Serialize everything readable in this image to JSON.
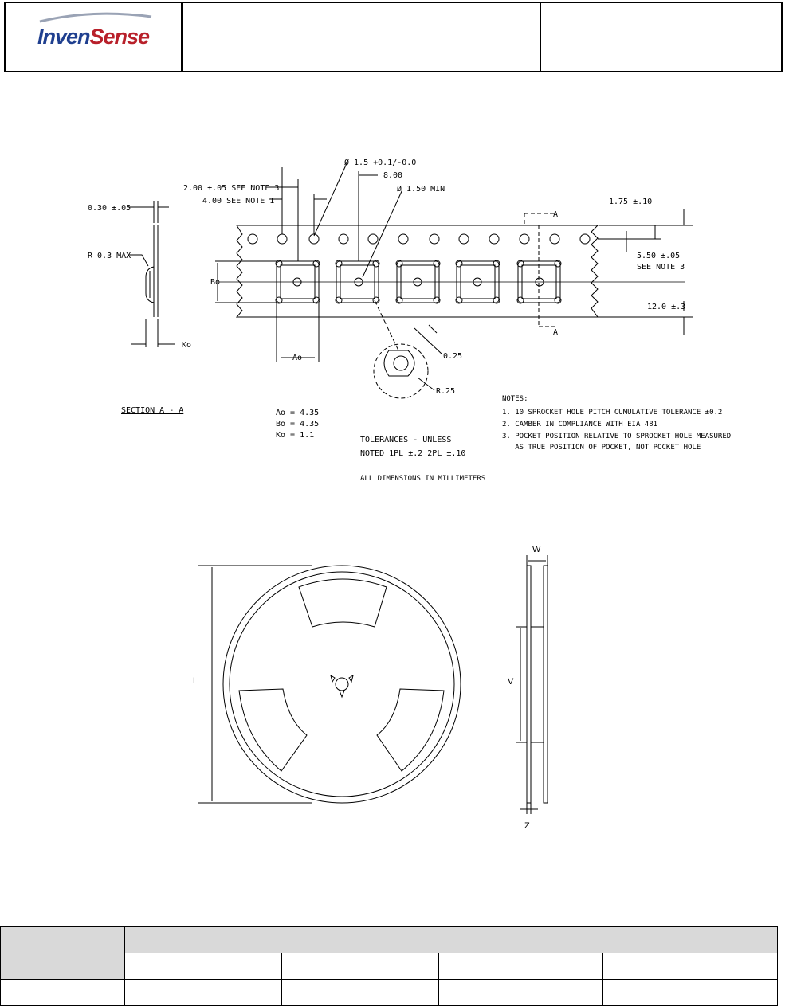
{
  "header": {
    "logo_part1": "Inven",
    "logo_part2": "Sense",
    "brand_blue": "#1f3f8f",
    "brand_red": "#b8202a"
  },
  "tape_drawing": {
    "dim_hole_dia": "Ø 1.5 +0.1/-0.0",
    "dim_pitch_8": "8.00",
    "dim_2_note3": "2.00 ±.05 SEE NOTE 3",
    "dim_4_note1": "4.00 SEE NOTE 1",
    "dim_pocket_hole": "Ø 1.50 MIN",
    "dim_030": "0.30 ±.05",
    "dim_radius": "R 0.3 MAX",
    "label_bo": "Bo",
    "label_ao": "Ao",
    "label_ko": "Ko",
    "dim_175": "1.75 ±.10",
    "dim_550": "5.50 ±.05",
    "dim_550_note": "SEE NOTE 3",
    "dim_120": "12.0 ±.3",
    "section_marker": "A",
    "dim_025": "0.25",
    "dim_r25": "R.25",
    "section_title": "SECTION A - A",
    "values": [
      "Ao =  4.35",
      "Bo =  4.35",
      "Ko =  1.1"
    ],
    "tolerances": [
      "TOLERANCES - UNLESS",
      "NOTED 1PL ±.2  2PL ±.10"
    ],
    "all_dims": "ALL DIMENSIONS IN MILLIMETERS",
    "notes_title": "NOTES:",
    "notes": [
      "1. 10 SPROCKET HOLE PITCH CUMULATIVE TOLERANCE ±0.2",
      "2. CAMBER IN COMPLIANCE WITH EIA 481",
      "3. POCKET POSITION RELATIVE TO SPROCKET HOLE MEASURED",
      "   AS TRUE POSITION OF POCKET, NOT POCKET HOLE"
    ]
  },
  "reel_drawing": {
    "label_l": "L",
    "label_w": "W",
    "label_v": "V",
    "label_z": "Z"
  }
}
